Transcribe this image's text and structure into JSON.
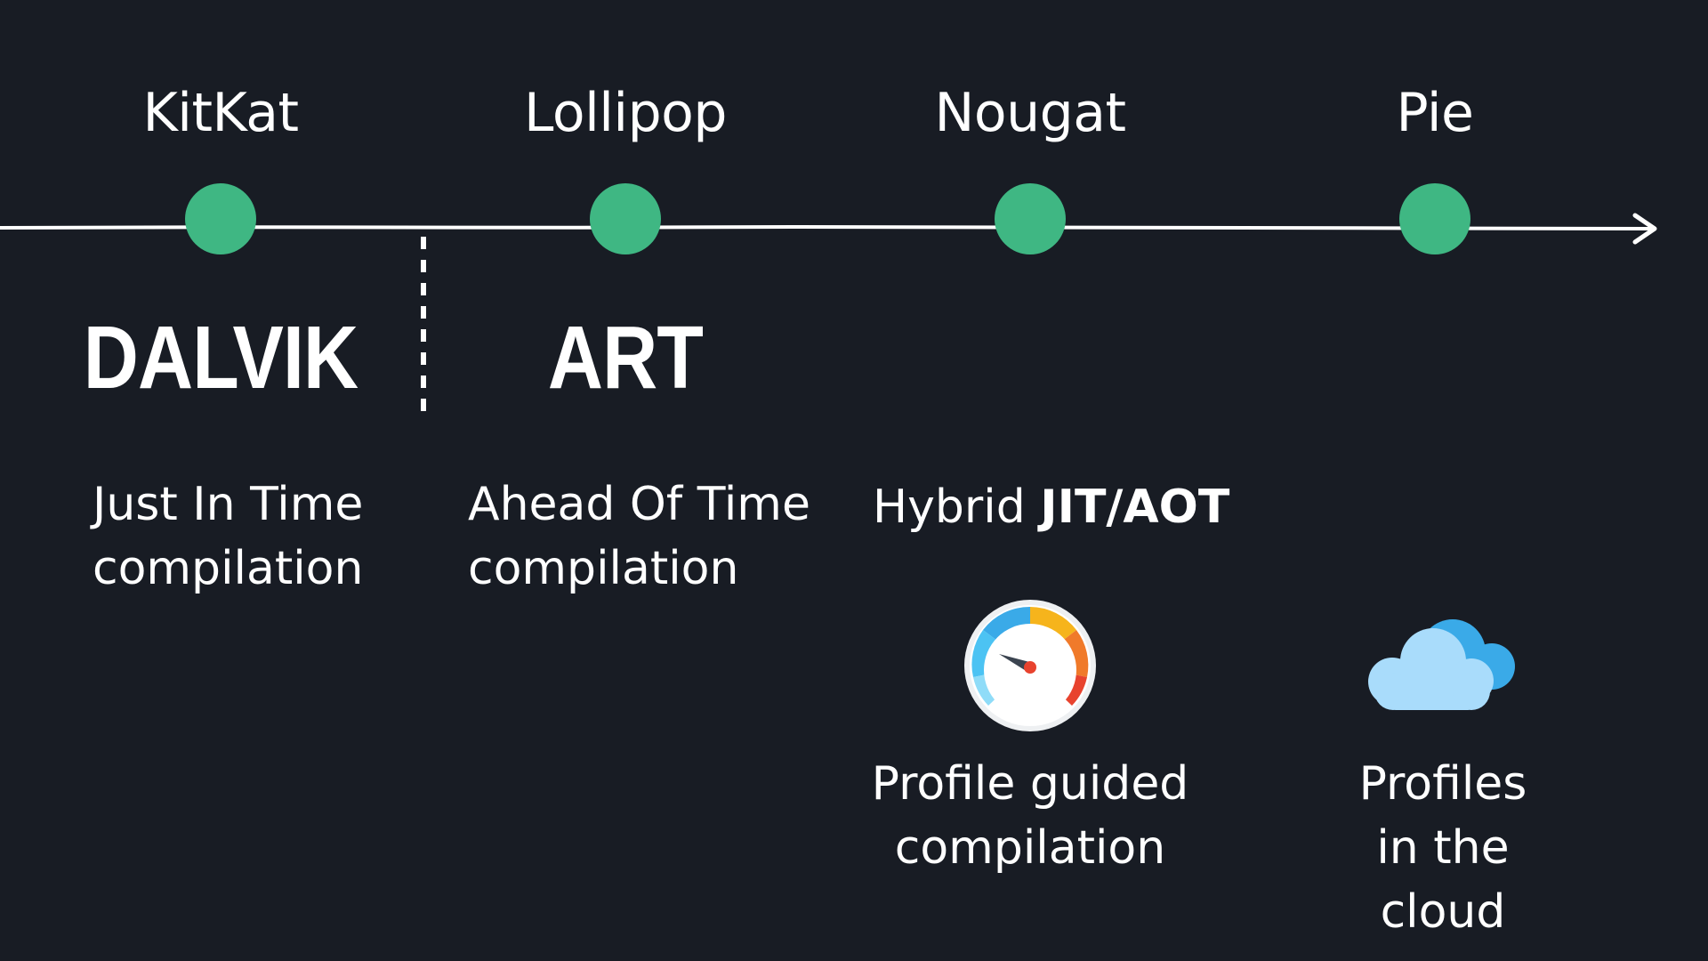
{
  "colors": {
    "background": "#181c24",
    "line": "#ffffff",
    "dot": "#3fb783",
    "text": "#ffffff"
  },
  "versions": [
    "KitKat",
    "Lollipop",
    "Nougat",
    "Pie"
  ],
  "runtimes": {
    "dalvik": "DALVIK",
    "art": "ART"
  },
  "descriptions": {
    "jit": "Just In Time\ncompilation",
    "aot": "Ahead Of Time\ncompilation",
    "hybrid_prefix": "Hybrid ",
    "hybrid_bold": "JIT/AOT",
    "profile_guided": "Profile guided\ncompilation",
    "profiles_cloud": "Profiles\nin the cloud"
  },
  "icons": {
    "gauge": "speedometer-icon",
    "cloud": "cloud-icon"
  }
}
